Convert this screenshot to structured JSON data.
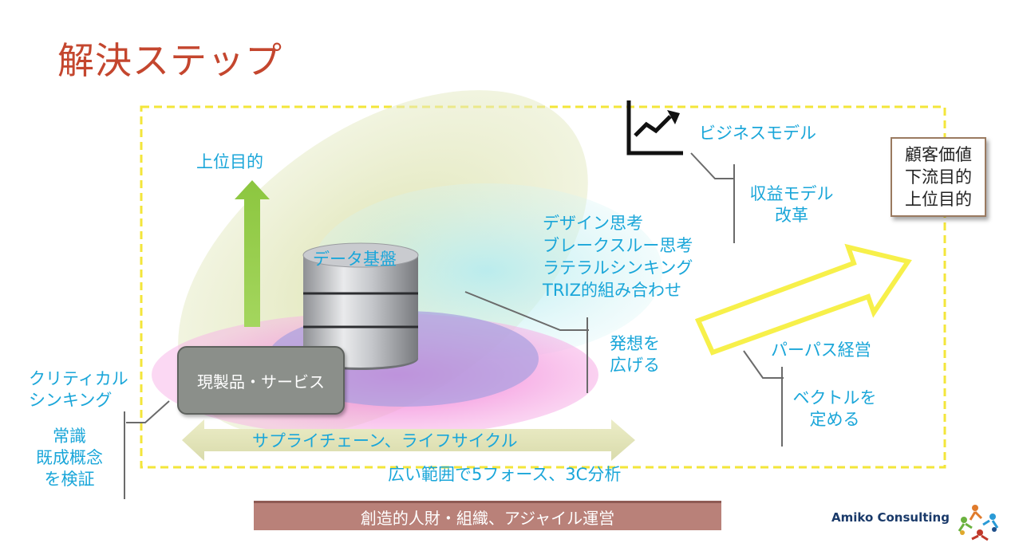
{
  "title": "解決ステップ",
  "goal_box": {
    "lines": [
      "顧客価値",
      "下流目的",
      "上位目的"
    ]
  },
  "upper_purpose": "上位目的",
  "data_platform": "データ基盤",
  "product": "現製品・サービス",
  "critical_thinking": {
    "lines": [
      "クリティカル",
      "シンキング"
    ]
  },
  "common_sense": {
    "lines": [
      "常識",
      "既成概念",
      "を検証"
    ]
  },
  "supply_chain": "サプライチェーン、ライフサイクル",
  "wide_range": "広い範囲で5フォース、3C分析",
  "thinking_methods": {
    "lines": [
      "デザイン思考",
      "ブレークスルー思考",
      "ラテラルシンキング",
      "TRIZ的組み合わせ"
    ]
  },
  "expand_ideas": {
    "lines": [
      "発想を",
      "広げる"
    ]
  },
  "business_model": "ビジネスモデル",
  "revenue_reform": {
    "lines": [
      "収益モデル",
      "改革"
    ]
  },
  "purpose_management": "パーパス経営",
  "vector": {
    "lines": [
      "ベクトルを",
      "定める"
    ]
  },
  "bottom_bar": "創造的人財・組織、アジャイル運営",
  "logo": "Amiko Consulting",
  "icons": [
    "line-chart-icon",
    "database-cylinder-icon",
    "amiko-people-logo-icon"
  ],
  "colors": {
    "title": "#c4462e",
    "accent_blue": "#1aa6d9",
    "dashed_frame": "#f3e63a",
    "green_arrow": "#8cc63f",
    "olive_ellipse": "#dde3b0",
    "cyan_ellipse": "#b8ecef",
    "pink_ellipse": "#f28ad8",
    "purple_ellipse": "#a8a0e0",
    "bottom_bar": "#b98179"
  }
}
